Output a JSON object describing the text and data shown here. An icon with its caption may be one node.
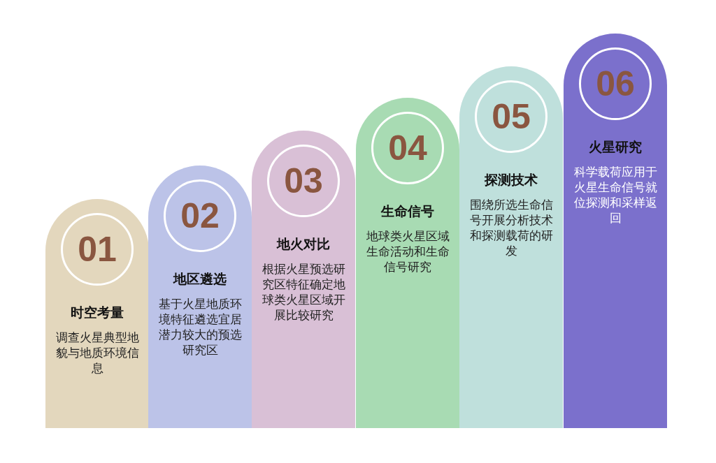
{
  "diagram": {
    "nodes": [
      {
        "text": [
          "时空考量",
          "调查火星典型地貌与地质环境信息"
        ]
      },
      {
        "text": [
          "01"
        ],
        "in": 0
      },
      {
        "text": [
          "地区遴选",
          "基于火星地质环境特征遴选宜居潜力较大的预选研究区"
        ]
      },
      {
        "text": [
          "02"
        ],
        "in": 2
      },
      {
        "text": [
          "地火对比",
          "根据火星预选研究区特征确定地球类火星区域开展比较研究"
        ]
      },
      {
        "text": [
          "03"
        ],
        "in": 4
      },
      {
        "text": [
          "生命信号",
          "地球类火星区域生命活动和生命信号研究"
        ]
      },
      {
        "text": [
          "04"
        ],
        "in": 6
      },
      {
        "text": [
          "探测技术",
          "围绕所选生命信号开展分析技术和探测载荷的研发"
        ]
      },
      {
        "text": [
          "05"
        ],
        "in": 8
      },
      {
        "text": [
          "火星研究",
          "科学载荷应用于火星生命信号就位探测和采样返回"
        ]
      },
      {
        "text": [
          "06"
        ],
        "in": 10
      }
    ]
  }
}
